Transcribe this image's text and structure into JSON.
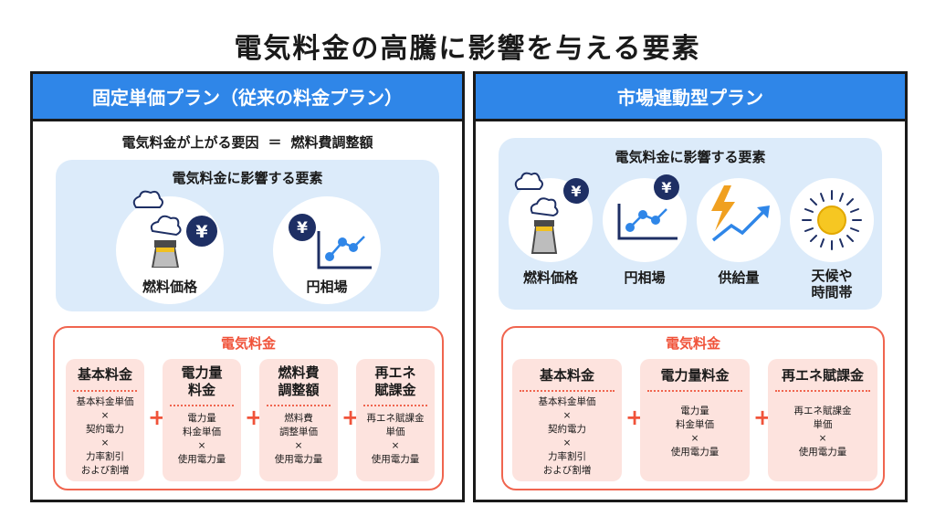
{
  "title": "電気料金の高騰に影響を与える要素",
  "colors": {
    "header_blue": "#2f86e8",
    "factor_bg": "#dcebfa",
    "fee_red": "#f0533a",
    "card_bg": "#fde3de",
    "navy": "#1e2f64"
  },
  "left": {
    "header": "固定単価プラン（従来の料金プラン）",
    "cause": {
      "label": "電気料金が上がる要因",
      "eq": "＝",
      "value": "燃料費調整額"
    },
    "factor_title": "電気料金に影響する要素",
    "factors": [
      {
        "label": "燃料価格",
        "icon": "power-plant-yen-icon"
      },
      {
        "label": "円相場",
        "icon": "yen-line-chart-icon"
      }
    ],
    "fee_title": "電気料金",
    "cards": [
      {
        "name": "基本料金",
        "lines": [
          "基本料金単価",
          "×",
          "契約電力",
          "×",
          "力率割引",
          "および割増"
        ]
      },
      {
        "name": "電力量\n料金",
        "lines": [
          "電力量",
          "料金単価",
          "×",
          "使用電力量"
        ]
      },
      {
        "name": "燃料費\n調整額",
        "lines": [
          "燃料費",
          "調整単価",
          "×",
          "使用電力量"
        ]
      },
      {
        "name": "再エネ\n賦課金",
        "lines": [
          "再エネ賦課金",
          "単価",
          "×",
          "使用電力量"
        ]
      }
    ],
    "plus": "+"
  },
  "right": {
    "header": "市場連動型プラン",
    "factor_title": "電気料金に影響する要素",
    "factors": [
      {
        "label": "燃料価格",
        "icon": "power-plant-yen-icon"
      },
      {
        "label": "円相場",
        "icon": "yen-line-chart-icon"
      },
      {
        "label": "供給量",
        "icon": "lightning-trend-icon"
      },
      {
        "label": "天候や\n時間帯",
        "icon": "sun-icon"
      }
    ],
    "fee_title": "電気料金",
    "cards": [
      {
        "name": "基本料金",
        "lines": [
          "基本料金単価",
          "×",
          "契約電力",
          "×",
          "力率割引",
          "および割増"
        ]
      },
      {
        "name": "電力量料金",
        "lines": [
          "電力量",
          "料金単価",
          "×",
          "使用電力量"
        ]
      },
      {
        "name": "再エネ賦課金",
        "lines": [
          "再エネ賦課金",
          "単価",
          "×",
          "使用電力量"
        ]
      }
    ],
    "plus": "+"
  }
}
